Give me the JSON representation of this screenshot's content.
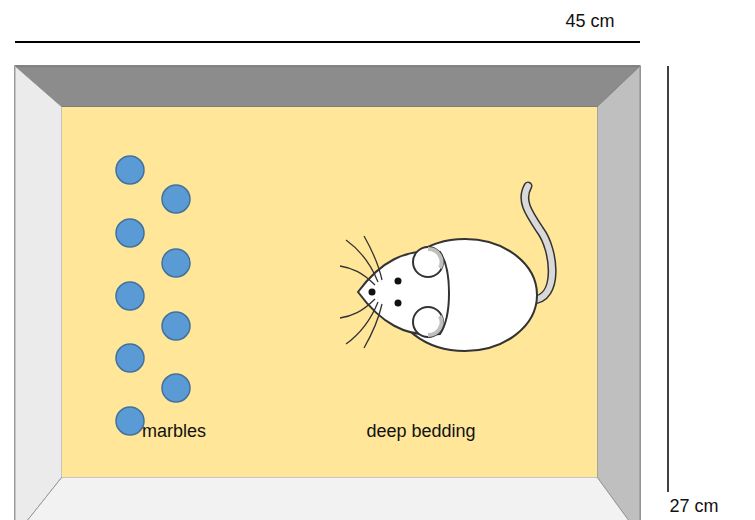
{
  "diagram": {
    "labels": [
      "45 cm",
      "27 cm",
      "marbles",
      "deep bedding"
    ]
  }
}
